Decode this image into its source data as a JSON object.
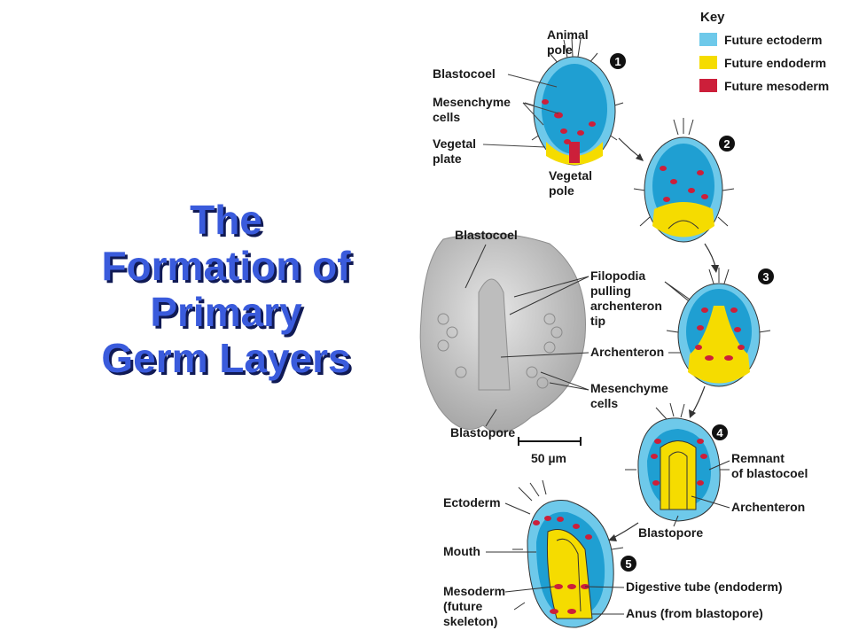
{
  "title": {
    "lines": [
      "The",
      "Formation of",
      "Primary",
      "Germ Layers"
    ],
    "color": "#3a5bdc",
    "shadow_color": "#101a55"
  },
  "key": {
    "heading": "Key",
    "items": [
      {
        "label": "Future ectoderm",
        "color": "#6ec9ea"
      },
      {
        "label": "Future endoderm",
        "color": "#f5dc00"
      },
      {
        "label": "Future mesoderm",
        "color": "#cc1f3a"
      }
    ]
  },
  "steps": [
    "1",
    "2",
    "3",
    "4",
    "5"
  ],
  "labels": {
    "animal_pole": [
      "Animal",
      "pole"
    ],
    "blastocoel": "Blastocoel",
    "mesenchyme_cells": [
      "Mesenchyme",
      "cells"
    ],
    "vegetal_plate": [
      "Vegetal",
      "plate"
    ],
    "vegetal_pole": [
      "Vegetal",
      "pole"
    ],
    "photo_blastocoel": "Blastocoel",
    "filopodia": [
      "Filopodia",
      "pulling",
      "archenteron",
      "tip"
    ],
    "archenteron": "Archenteron",
    "photo_mesenchyme": [
      "Mesenchyme",
      "cells"
    ],
    "blastopore": "Blastopore",
    "scale_bar": "50 µm",
    "remnant_blastocoel": [
      "Remnant",
      "of blastocoel"
    ],
    "archenteron_4": "Archenteron",
    "blastopore_4": "Blastopore",
    "ectoderm": "Ectoderm",
    "mouth": "Mouth",
    "mesoderm": [
      "Mesoderm",
      "(future",
      "skeleton)"
    ],
    "digestive_tube": "Digestive tube (endoderm)",
    "anus": "Anus (from blastopore)"
  },
  "colors": {
    "ectoderm_outer": "#6ec9ea",
    "blastocoel_fill": "#1f9fd2",
    "endoderm": "#f5dc00",
    "mesoderm": "#cc1f3a",
    "photo_gray": "#c8c8c8"
  }
}
